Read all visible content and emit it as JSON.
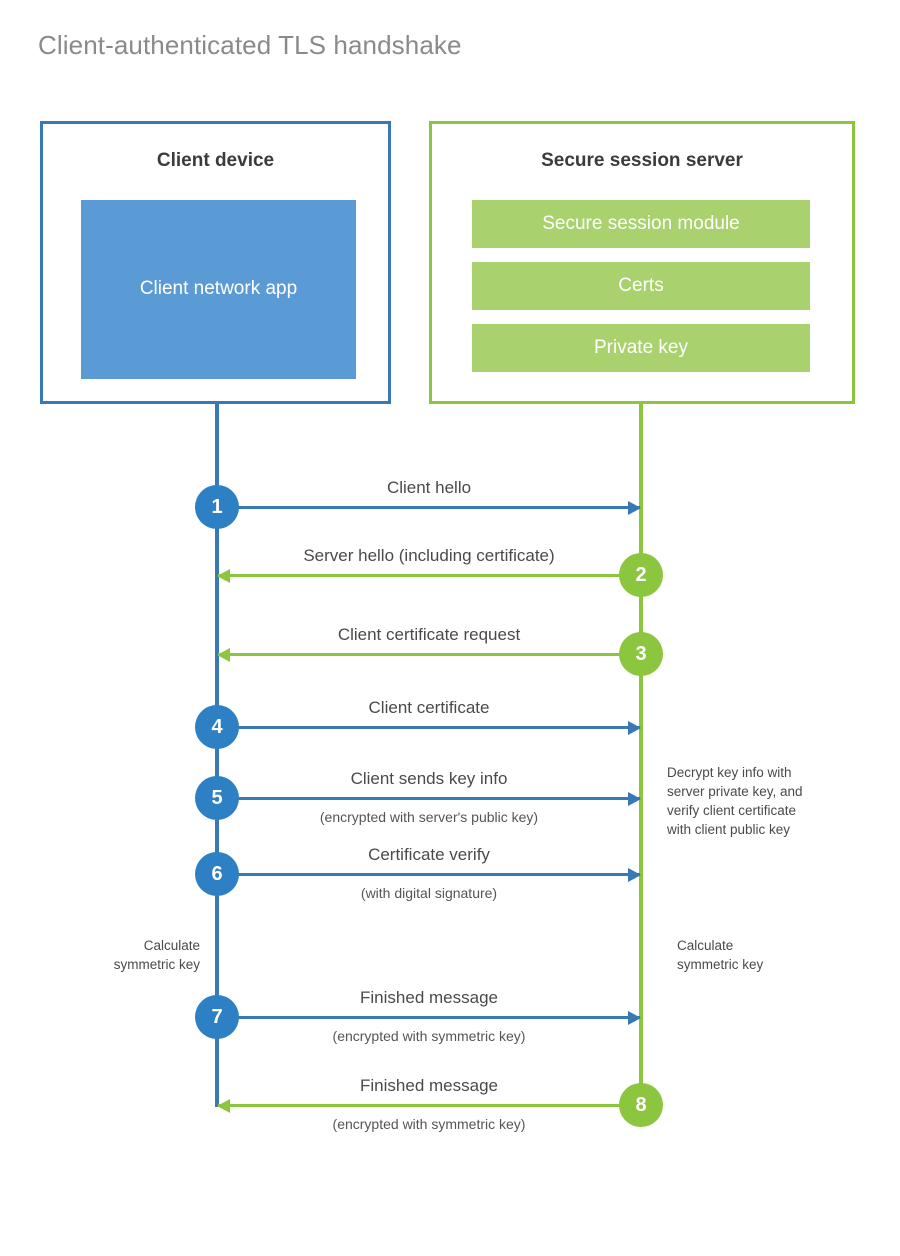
{
  "title": "Client-authenticated TLS handshake",
  "colors": {
    "client_border": "#3878b5",
    "client_fill": "#5b9bd5",
    "client_circle": "#2e80c4",
    "server_border": "#8cc63e",
    "server_fill": "#a9d26e",
    "server_circle": "#8cc63e",
    "title_text": "#8a8a8a",
    "label_text": "#4a4a4a",
    "background": "#ffffff"
  },
  "actors": {
    "client": {
      "title": "Client device",
      "blocks": [
        {
          "label": "Client network app"
        }
      ]
    },
    "server": {
      "title": "Secure session server",
      "blocks": [
        {
          "label": "Secure session module"
        },
        {
          "label": "Certs"
        },
        {
          "label": "Private key"
        }
      ]
    }
  },
  "steps": [
    {
      "number": "1",
      "origin": "client",
      "direction": "to-server",
      "label": "Client hello",
      "sublabel": ""
    },
    {
      "number": "2",
      "origin": "server",
      "direction": "to-client",
      "label": "Server hello (including certificate)",
      "sublabel": ""
    },
    {
      "number": "3",
      "origin": "server",
      "direction": "to-client",
      "label": "Client certificate request",
      "sublabel": ""
    },
    {
      "number": "4",
      "origin": "client",
      "direction": "to-server",
      "label": "Client certificate",
      "sublabel": ""
    },
    {
      "number": "5",
      "origin": "client",
      "direction": "to-server",
      "label": "Client sends key info",
      "sublabel": "(encrypted with server's public key)"
    },
    {
      "number": "6",
      "origin": "client",
      "direction": "to-server",
      "label": "Certificate verify",
      "sublabel": "(with digital signature)"
    },
    {
      "number": "7",
      "origin": "client",
      "direction": "to-server",
      "label": "Finished message",
      "sublabel": "(encrypted with symmetric key)"
    },
    {
      "number": "8",
      "origin": "server",
      "direction": "to-client",
      "label": "Finished message",
      "sublabel": "(encrypted with symmetric key)"
    }
  ],
  "notes": {
    "server_decrypt": {
      "lines": [
        "Decrypt key info with",
        "server private key, and",
        "verify client certificate",
        "with client public key"
      ]
    },
    "client_symmetric": {
      "lines": [
        "Calculate",
        "symmetric key"
      ]
    },
    "server_symmetric": {
      "lines": [
        "Calculate",
        "symmetric key"
      ]
    }
  }
}
